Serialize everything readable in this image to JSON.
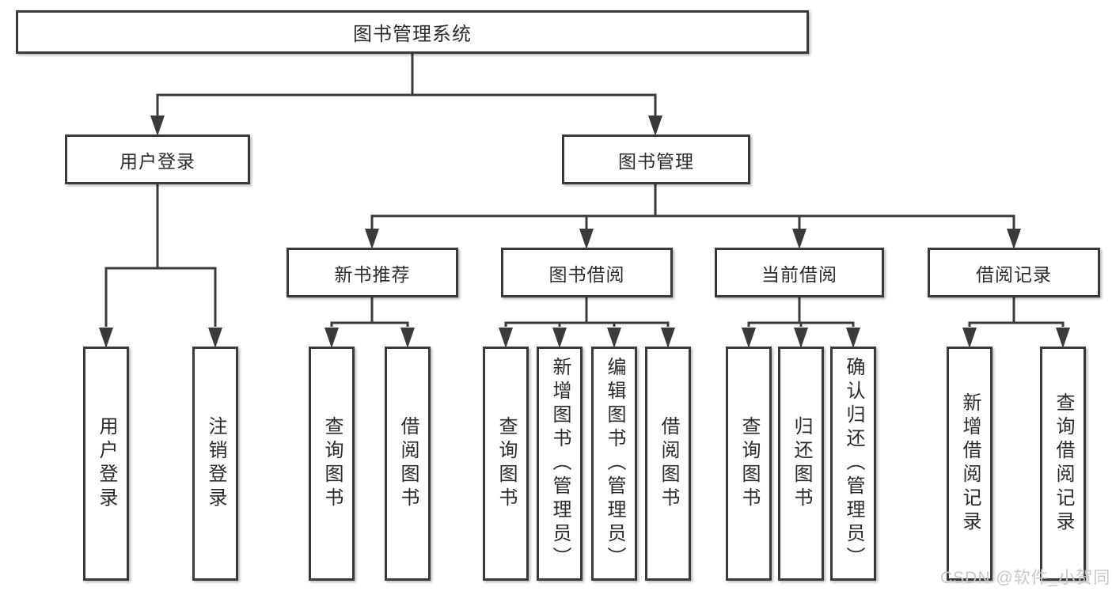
{
  "diagram": {
    "type": "hierarchy-diagram",
    "root": {
      "label": "图书管理系统"
    },
    "children": [
      {
        "label": "用户登录",
        "children": [
          {
            "label": "用户登录"
          },
          {
            "label": "注销登录"
          }
        ]
      },
      {
        "label": "图书管理",
        "children": [
          {
            "label": "新书推荐",
            "children": [
              {
                "label": "查询图书"
              },
              {
                "label": "借阅图书"
              }
            ]
          },
          {
            "label": "图书借阅",
            "children": [
              {
                "label": "查询图书"
              },
              {
                "label": "新增图书（管理员）"
              },
              {
                "label": "编辑图书（管理员）"
              },
              {
                "label": "借阅图书"
              }
            ]
          },
          {
            "label": "当前借阅",
            "children": [
              {
                "label": "查询图书"
              },
              {
                "label": "归还图书"
              },
              {
                "label": "确认归还（管理员）"
              }
            ]
          },
          {
            "label": "借阅记录",
            "children": [
              {
                "label": "新增借阅记录"
              },
              {
                "label": "查询借阅记录"
              }
            ]
          }
        ]
      }
    ]
  },
  "watermark": {
    "text": "CSDN @软件_小贺同学",
    "color": "#c8c8c8"
  },
  "style": {
    "line_color": "#3a3a3a",
    "box_border_color": "#3a3a3a",
    "text_color": "#2b2b2b",
    "background": "#ffffff"
  }
}
